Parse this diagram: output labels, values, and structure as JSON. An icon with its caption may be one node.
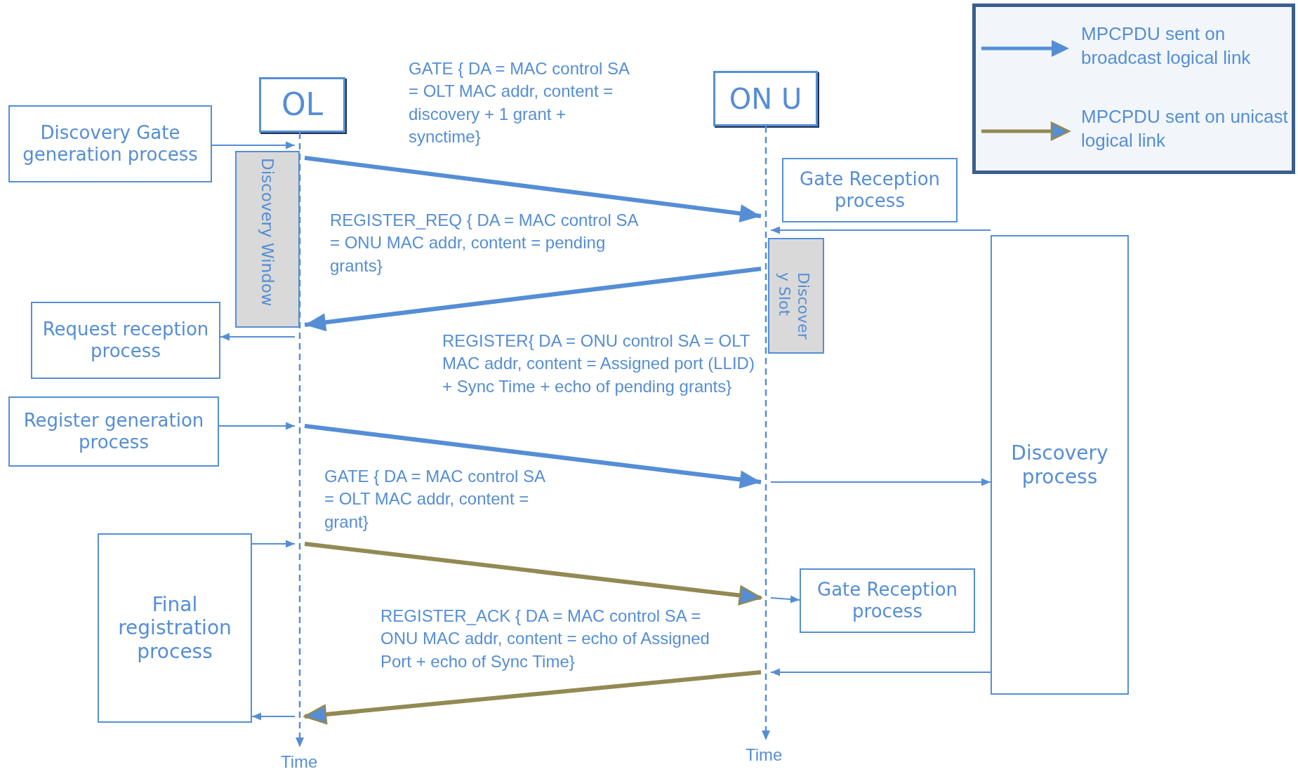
{
  "diagram": {
    "nodes": [
      {
        "text": [
          "OL"
        ]
      },
      {
        "text": [
          "ON U"
        ]
      },
      {
        "text": [
          "Discovery Gate generation process"
        ]
      },
      {
        "text": [
          "Discovery Window"
        ]
      },
      {
        "text": [
          "Gate Reception process"
        ]
      },
      {
        "text": [
          "Discover y Slot"
        ]
      },
      {
        "text": [
          "Discovery process"
        ]
      },
      {
        "text": [
          "Request reception process"
        ]
      },
      {
        "text": [
          "Register generation process"
        ]
      },
      {
        "text": [
          "Gate Reception process"
        ]
      },
      {
        "text": [
          "Final registration process"
        ]
      },
      {
        "text": [],
        "shape": "line",
        "beside": [
          "Time"
        ]
      },
      {
        "text": [],
        "shape": "line",
        "beside": [
          "Time"
        ]
      }
    ],
    "edges": [
      {
        "from": 2,
        "to": 11,
        "arrow": "to"
      },
      {
        "from": 11,
        "to": 12,
        "arrow": "to",
        "style": "thick",
        "label": "GATE { DA = MAC control SA = OLT MAC addr, content = discovery + 1 grant + synctime}"
      },
      {
        "from": 6,
        "to": 12,
        "arrow": "to"
      },
      {
        "from": 12,
        "to": 11,
        "arrow": "to",
        "style": "thick",
        "label": "REGISTER_REQ { DA = MAC control SA = ONU MAC addr, content = pending grants}"
      },
      {
        "from": 11,
        "to": 7,
        "arrow": "to"
      },
      {
        "from": 8,
        "to": 11,
        "arrow": "to"
      },
      {
        "from": 11,
        "to": 12,
        "arrow": "to",
        "style": "thick",
        "label": "REGISTER{ DA = ONU control SA = OLT MAC addr, content = Assigned port (LLID) + Sync Time + echo of pending grants}"
      },
      {
        "from": 12,
        "to": 6,
        "arrow": "to"
      },
      {
        "from": 10,
        "to": 11,
        "arrow": "to"
      },
      {
        "from": 11,
        "to": 12,
        "arrow": "to",
        "style": "thick",
        "color": "#938953",
        "label": "GATE { DA = MAC control SA = OLT MAC addr, content = grant}"
      },
      {
        "from": 12,
        "to": 9,
        "arrow": "to"
      },
      {
        "from": 6,
        "to": 12,
        "arrow": "to"
      },
      {
        "from": 12,
        "to": 11,
        "arrow": "to",
        "style": "thick",
        "color": "#938953",
        "label": "REGISTER_ACK { DA = MAC control SA = ONU MAC addr, content = echo of Assigned Port + echo of Sync Time}"
      },
      {
        "from": 11,
        "to": 10,
        "arrow": "to"
      }
    ],
    "legend": [
      {
        "text": "MPCPDU sent on broadcast logical link"
      },
      {
        "text": "MPCPDU sent on unicast logical link"
      }
    ]
  }
}
